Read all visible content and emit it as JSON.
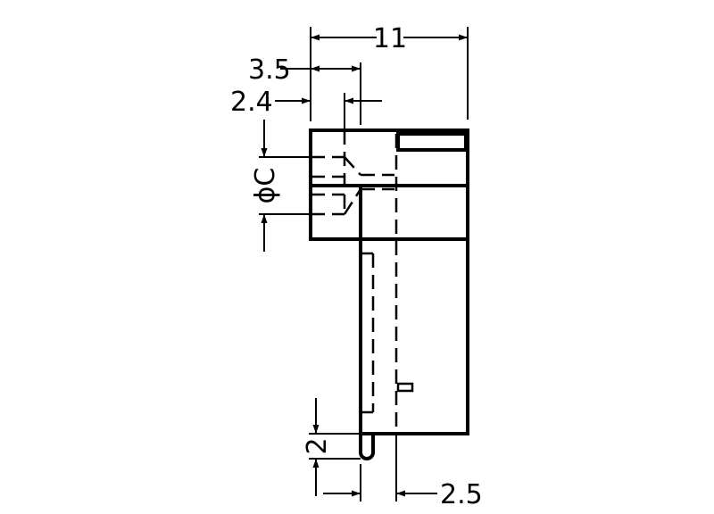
{
  "dimensions": {
    "overall_width": "11",
    "offset_3_5": "3.5",
    "offset_2_4": "2.4",
    "diameter": "ϕC",
    "pin_length": "2",
    "pin_offset": "2.5"
  },
  "colors": {
    "line": "#000000",
    "background": "#ffffff"
  }
}
